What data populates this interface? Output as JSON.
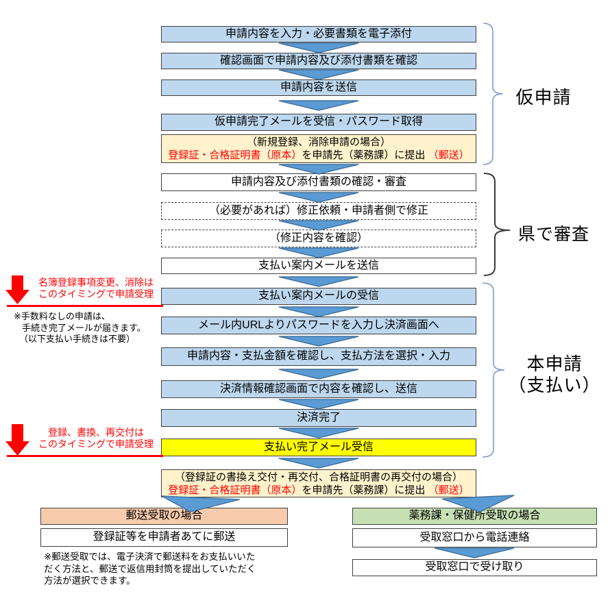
{
  "colors": {
    "box_blue": "#BDD7EE",
    "box_cream": "#FFF2CC",
    "box_yellow": "#FFFF00",
    "box_orange": "#F8CBAD",
    "box_green": "#C6E0B4",
    "box_white": "#FFFFFF",
    "box_border": "#3F3F3F",
    "arrow_fill": "#5B9BD5",
    "arrow_stroke": "#41719C",
    "accent_red": "#FF0000",
    "brace_blue": "#7C9AD0",
    "brace_black": "#3A3A3A"
  },
  "icons": {
    "flow_arrow": "chevron-down",
    "timing_arrow": "block-arrow-down",
    "brace": "curly-brace-right"
  },
  "section_labels": {
    "provisional": "仮申請",
    "review": "県で審査",
    "main_line1": "本申請",
    "main_line2": "（支払い）"
  },
  "provisional": {
    "steps": [
      "申請内容を入力・必要書類を電子添付",
      "確認画面で申請内容及び添付書類を確認",
      "申請内容を送信",
      "仮申請完了メールを受信・パスワード取得"
    ]
  },
  "submit_note_top": {
    "line1": "（新規登録、消除申請の場合）",
    "red1": "登録証・合格証明書（原本）",
    "black": "を申請先（薬務課）に提出 ",
    "red2": "（郵送）"
  },
  "review": {
    "steps": [
      "申請内容及び添付書類の確認・審査",
      "（必要があれば）修正依頼・申請者側で修正",
      "（修正内容を確認）",
      "支払い案内メールを送信"
    ]
  },
  "payment": {
    "steps": [
      "支払い案内メールの受信",
      "メール内URLよりパスワードを入力し決済画面へ",
      "申請内容・支払金額を確認し、支払方法を選択・入力",
      "決済情報確認画面で内容を確認し、送信",
      "決済完了",
      "支払い完了メール受信"
    ]
  },
  "submit_note_bottom": {
    "line1": "（登録証の書換え交付・再交付、合格証明書の再交付の場合）",
    "red1": "登録証・合格証明書（原本）",
    "black": "を申請先（薬務課）に提出 ",
    "red2": "（郵送）"
  },
  "annotation_change": {
    "red_line1": "名簿登録事項変更、消除は",
    "red_line2": "このタイミングで申請受理",
    "note_line1": "※手数料なしの申請は、",
    "note_line2": "手続き完了メールが届きます。",
    "note_line3": "（以下支払い手続きは不要）"
  },
  "annotation_register": {
    "red_line1": "登録、書換、再交付は",
    "red_line2": "このタイミングで申請受理"
  },
  "branch_mail": {
    "header": "郵送受取の場合",
    "step": "登録証等を申請者あてに郵送",
    "note_line1": "※郵送受取では、電子決済で郵送料をお支払いいた",
    "note_line2": "だく方法と、郵送で返信用封筒を提出していただく",
    "note_line3": "方法が選択できます。"
  },
  "branch_pickup": {
    "header": "薬務課・保健所受取の場合",
    "step1": "受取窓口から電話連絡",
    "step2": "受取窓口で受け取り"
  }
}
